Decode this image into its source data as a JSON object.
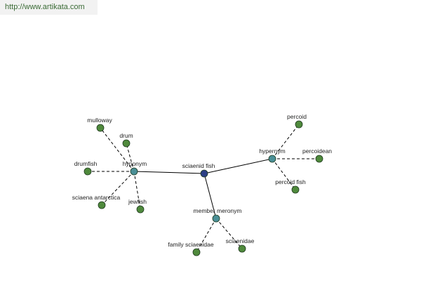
{
  "site": {
    "url_text": "http://www.artikata.com"
  },
  "colors": {
    "word_node": "#4f8a3c",
    "relation_node": "#4a8f96",
    "center_node": "#2c3f86"
  },
  "graph": {
    "center": {
      "id": "center",
      "label": "sciaenid fish"
    },
    "relations": [
      {
        "id": "hyponym",
        "label": "hyponym"
      },
      {
        "id": "hypernym",
        "label": "hypernym"
      },
      {
        "id": "member_meronym",
        "label": "member meronym"
      }
    ],
    "words": [
      {
        "id": "mulloway",
        "label": "mulloway",
        "relation": "hyponym"
      },
      {
        "id": "drum",
        "label": "drum",
        "relation": "hyponym"
      },
      {
        "id": "drumfish",
        "label": "drumfish",
        "relation": "hyponym"
      },
      {
        "id": "sciaena_antarctica",
        "label": "sciaena antarctica",
        "relation": "hyponym"
      },
      {
        "id": "jewfish",
        "label": "jewfish",
        "relation": "hyponym"
      },
      {
        "id": "percoid",
        "label": "percoid",
        "relation": "hypernym"
      },
      {
        "id": "percoidean",
        "label": "percoidean",
        "relation": "hypernym"
      },
      {
        "id": "percoid_fish",
        "label": "percoid fish",
        "relation": "hypernym"
      },
      {
        "id": "family_sciaenidae",
        "label": "family sciaenidae",
        "relation": "member_meronym"
      },
      {
        "id": "sciaenidae",
        "label": "sciaenidae",
        "relation": "member_meronym"
      }
    ]
  }
}
